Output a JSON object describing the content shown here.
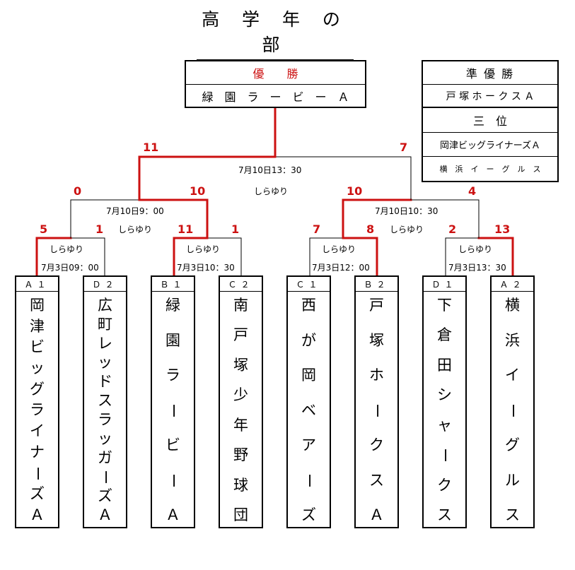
{
  "title": "高 学 年 の 部",
  "champion": {
    "label": "優　　勝",
    "team": "緑　園　ラ　ー　ビ　ー　Ａ"
  },
  "runner_up": {
    "label": "準 優 勝",
    "team": "戸 塚 ホ ー ク ス Ａ"
  },
  "third": {
    "label": "三　位",
    "teams": [
      "岡津ビッグライナーズＡ",
      "横　浜　イ　ー　グ　ル　ス"
    ]
  },
  "final": {
    "info1": "7月10日13：30",
    "info2": "しらゆり",
    "score_left": "11",
    "score_right": "7"
  },
  "semis": [
    {
      "info1": "7月10日9：00",
      "info2": "しらゆり",
      "score_left": "0",
      "score_right": "10"
    },
    {
      "info1": "7月10日10：30",
      "info2": "しらゆり",
      "score_left": "10",
      "score_right": "4"
    }
  ],
  "quarters": [
    {
      "venue": "しらゆり",
      "time": "7月3日09：00",
      "score_left": "5",
      "score_right": "1"
    },
    {
      "venue": "しらゆり",
      "time": "7月3日10：30",
      "score_left": "11",
      "score_right": "1"
    },
    {
      "venue": "しらゆり",
      "time": "7月3日12：00",
      "score_left": "7",
      "score_right": "8"
    },
    {
      "venue": "しらゆり",
      "time": "7月3日13：30",
      "score_left": "2",
      "score_right": "13"
    }
  ],
  "teams": [
    {
      "id": "Ａ１",
      "name": "岡津ビッグライナーズＡ"
    },
    {
      "id": "Ｄ２",
      "name": "広町レッドスラッガーズＡ"
    },
    {
      "id": "Ｂ１",
      "name": "緑園ラービーＡ"
    },
    {
      "id": "Ｃ２",
      "name": "南戸塚少年野球団"
    },
    {
      "id": "Ｃ１",
      "name": "西が岡ベアーズ"
    },
    {
      "id": "Ｂ２",
      "name": "戸塚ホークスＡ"
    },
    {
      "id": "Ｄ１",
      "name": "下倉田シャークス"
    },
    {
      "id": "Ａ２",
      "name": "横浜イーグルス"
    }
  ]
}
